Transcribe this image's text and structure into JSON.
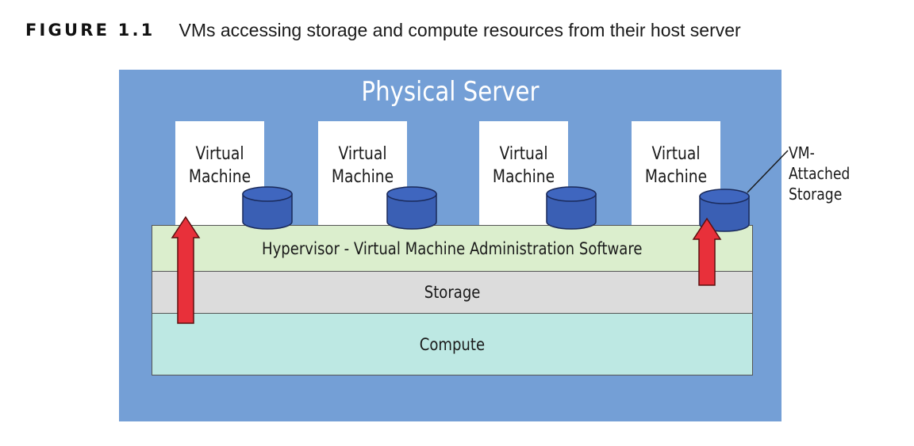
{
  "caption": {
    "figure_label": "FIGURE 1.1",
    "title": "VMs accessing storage and compute resources from their host server"
  },
  "diagram": {
    "server_title": "Physical Server",
    "virtual_machines": [
      {
        "line1": "Virtual",
        "line2": "Machine"
      },
      {
        "line1": "Virtual",
        "line2": "Machine"
      },
      {
        "line1": "Virtual",
        "line2": "Machine"
      },
      {
        "line1": "Virtual",
        "line2": "Machine"
      }
    ],
    "layers": {
      "hypervisor": "Hypervisor - Virtual Machine Administration Software",
      "storage": "Storage",
      "compute": "Compute"
    },
    "callout": {
      "line1": "VM-",
      "line2": "Attached",
      "line3": "Storage"
    }
  },
  "colors": {
    "server_background": "#749fd6",
    "hypervisor_layer": "#dbeecd",
    "storage_layer": "#dcdcdc",
    "compute_layer": "#bde8e3",
    "disk_fill": "#3a5fb4",
    "arrow_fill": "#e8303a"
  }
}
